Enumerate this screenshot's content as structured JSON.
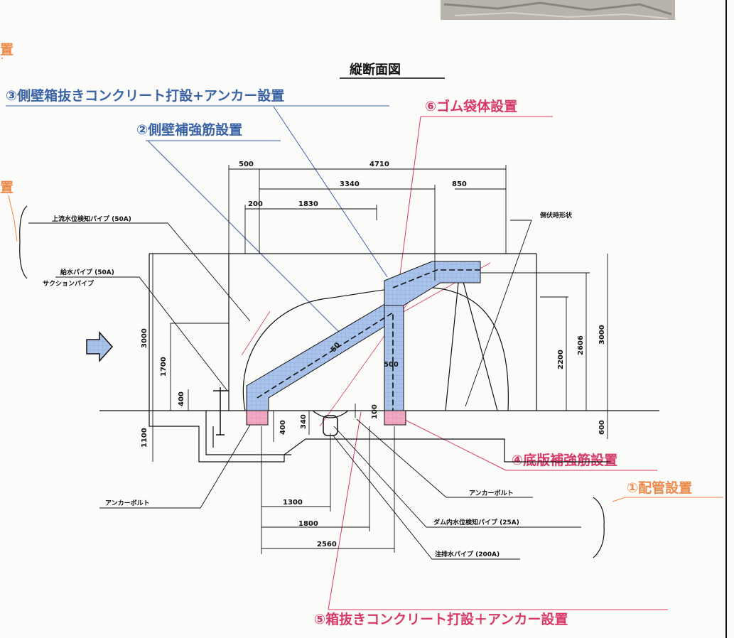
{
  "title": "縦断面図",
  "callouts": {
    "c1": "①配管設置",
    "c2": "②側壁補強筋設置",
    "c3": "③側壁箱抜きコンクリート打設+アンカー設置",
    "c4": "④底版補強筋設置",
    "c5": "⑤箱抜きコンクリート打設＋アンカー設置",
    "c6": "⑥ゴム袋体設置",
    "left1": "置",
    "left2": "置"
  },
  "labels": {
    "upstream_pipe": "上流水位検知パイプ (50A)",
    "water_supply_pipe": "給水パイプ (50A)",
    "suction_pipe": "サクションパイプ",
    "collapsed_shape": "倒伏時形状",
    "anchor_bolt_left": "アンカーボルト",
    "anchor_bolt_right": "アンカーボルト",
    "dam_level_pipe": "ダム内水位検知パイプ (25A)",
    "drain_pipe": "注排水パイプ (200A)"
  },
  "dims": {
    "d500": "500",
    "d4710": "4710",
    "d3340": "3340",
    "d850": "850",
    "d200": "200",
    "d1830": "1830",
    "d3000l": "3000",
    "d1700": "1700",
    "d400a": "400",
    "d1100": "1100",
    "d400b": "400",
    "d340": "340",
    "d100": "100",
    "d500b": "500",
    "d2200": "2200",
    "d2606": "2606",
    "d3000r": "3000",
    "d600": "600",
    "d1300": "1300",
    "d1800": "1800",
    "d2560": "2560",
    "d50": "50"
  },
  "colors": {
    "blue_callout": "#3a63a6",
    "pink_callout": "#d83a68",
    "orange_callout": "#ec8a4a",
    "mesh_fill": "#a9c3ea",
    "pink_fill": "#f2a9c4"
  }
}
